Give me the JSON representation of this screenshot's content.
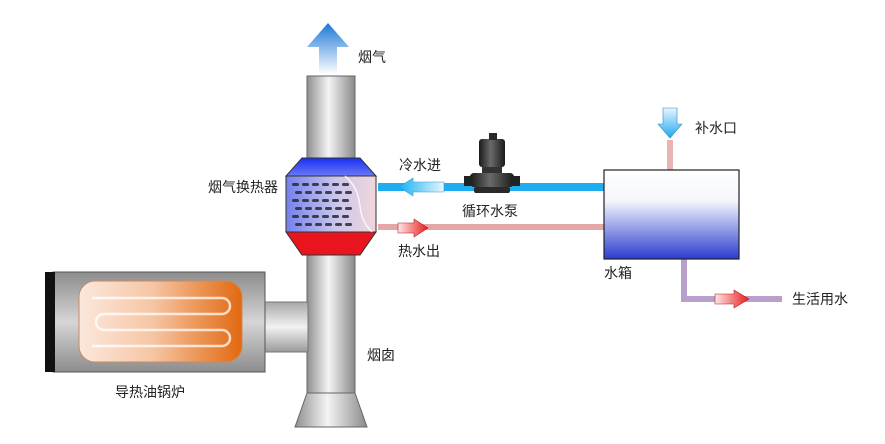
{
  "labels": {
    "flue_gas": "烟气",
    "heat_exchanger": "烟气换热器",
    "cold_water_in": "冷水进",
    "pump": "循环水泵",
    "hot_water_out": "热水出",
    "makeup_water": "补水口",
    "water_tank": "水箱",
    "domestic_water": "生活用水",
    "chimney": "烟囱",
    "boiler": "导热油锅炉"
  },
  "colors": {
    "cold_pipe": "#1eaef0",
    "hot_pipe": "#e4a6a6",
    "makeup_pipe": "#e8b4b4",
    "domestic_pipe": "#b9a0cc",
    "hot_red": "#e8141e",
    "cold_blue": "#1e3cff",
    "boiler_orange": "#e8731e",
    "text": "#222222"
  },
  "icons": {
    "flue_arrow": "up-arrow-icon",
    "makeup_arrow": "down-arrow-icon",
    "cold_arrow": "left-arrow-icon",
    "hot_arrow": "right-arrow-icon",
    "domestic_arrow": "right-arrow-icon",
    "pump": "pump-icon"
  }
}
